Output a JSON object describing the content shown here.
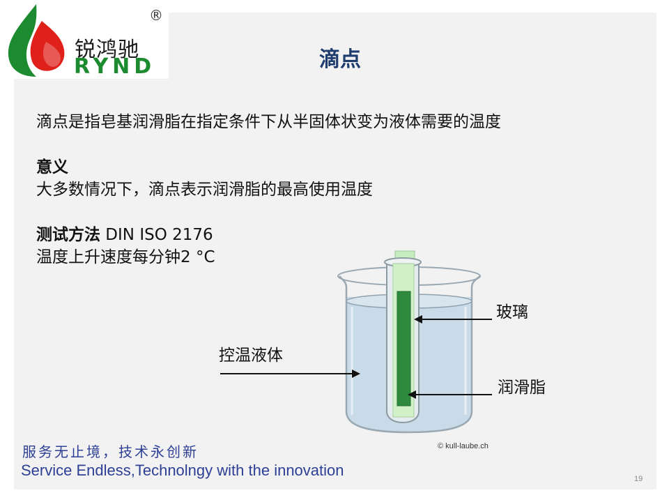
{
  "logo": {
    "cn_name": "锐鸿驰",
    "en_name": "RYND",
    "registered": "®"
  },
  "slide": {
    "title": "滴点",
    "definition": "滴点是指皂基润滑脂在指定条件下从半固体状变为液体需要的温度",
    "meaning_heading": "意义",
    "meaning_text": "大多数情况下，滴点表示润滑脂的最高使用温度",
    "method_heading": "测试方法",
    "method_standard": " DIN ISO 2176",
    "method_text": "温度上升速度每分钟2 °C"
  },
  "diagram": {
    "label_glass": "玻璃",
    "label_fluid": "控温液体",
    "label_grease": "润滑脂",
    "copyright": "© kull-laube.ch",
    "colors": {
      "liquid": "#c9dbe9",
      "grease": "#2e8b3e",
      "tube_top": "#c7ecbf",
      "arrow": "#111111"
    }
  },
  "footer": {
    "slogan_cn": "服务无止境，技术永创新",
    "slogan_en": "Service Endless,Technolngy with the innovation",
    "page_number": "19"
  }
}
